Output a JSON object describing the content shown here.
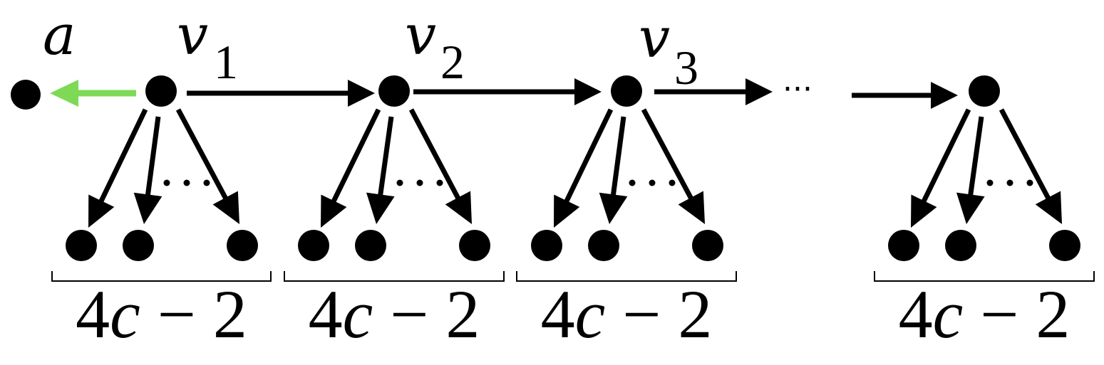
{
  "labels": {
    "a": "a",
    "v1_main": "v",
    "v1_sub": "1",
    "v2_main": "v",
    "v2_sub": "2",
    "v3_main": "v",
    "v3_sub": "3"
  },
  "group_count": {
    "num": "4",
    "var": "c",
    "rest": " − 2"
  },
  "ellipsis": "···",
  "colors": {
    "node": "#000000",
    "edge": "#000000",
    "back_edge": "#7ed957"
  }
}
